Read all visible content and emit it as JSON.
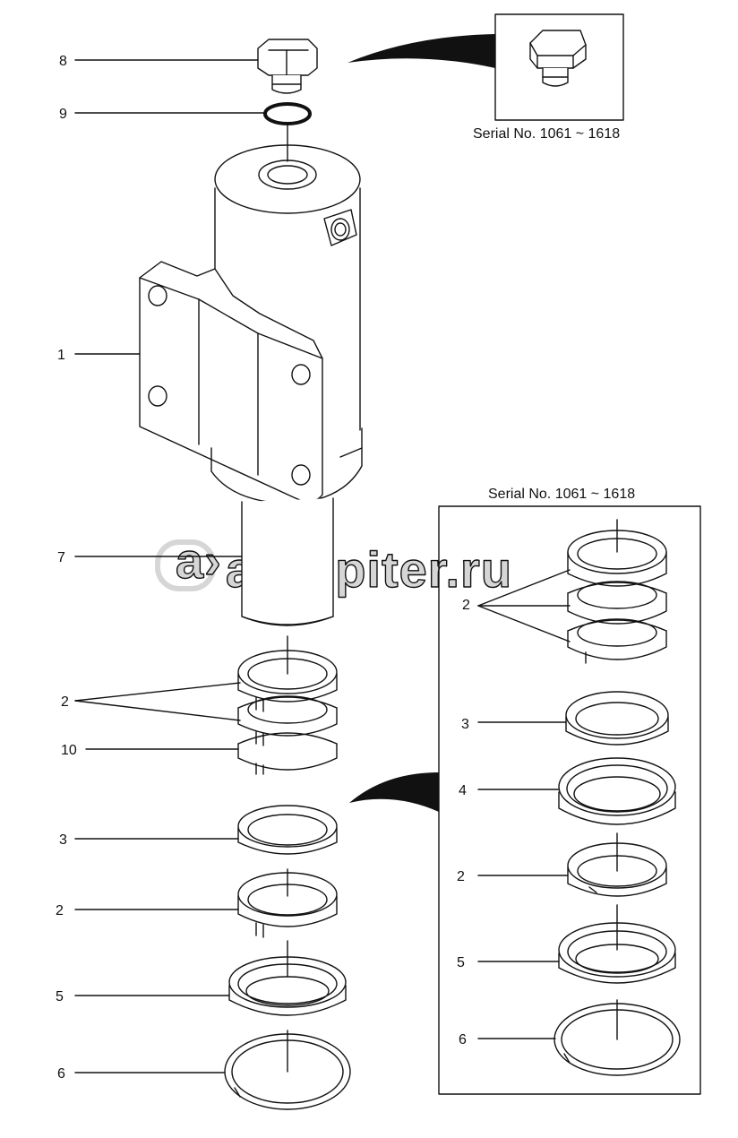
{
  "watermark": "autopiter.ru",
  "inset_top": {
    "caption": "Serial No. 1061 ~ 1618"
  },
  "inset_right": {
    "caption": "Serial No. 1061 ~ 1618"
  },
  "callouts_main": {
    "c8": "8",
    "c9": "9",
    "c1": "1",
    "c7": "7",
    "c2a": "2",
    "c10": "10",
    "c3": "3",
    "c2b": "2",
    "c5": "5",
    "c6": "6"
  },
  "callouts_inset": {
    "c2a": "2",
    "c3": "3",
    "c4": "4",
    "c2b": "2",
    "c5": "5",
    "c6": "6"
  },
  "colors": {
    "line": "#111111",
    "watermark": "#d6d6d6",
    "background": "#ffffff"
  }
}
